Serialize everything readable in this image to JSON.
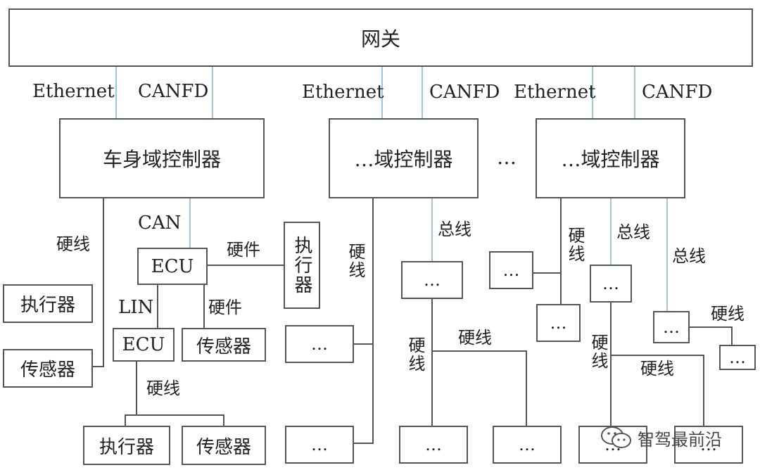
{
  "gateway": {
    "label": "网关"
  },
  "links": {
    "eth1": "Ethernet",
    "canfd1": "CANFD",
    "eth2": "Ethernet",
    "canfd2": "CANFD",
    "eth3": "Ethernet",
    "canfd3": "CANFD"
  },
  "controllers": {
    "body": "车身域控制器",
    "domain2": "…域控制器",
    "gap_ellipsis": "…",
    "domain3": "…域控制器"
  },
  "body_domain": {
    "hardwire_label": "硬线",
    "can_label": "CAN",
    "ecu1": "ECU",
    "hardware_label_1": "硬件",
    "actuator_top": "执行器",
    "lin_label": "LIN",
    "hardware_label_2": "硬件",
    "ecu2": "ECU",
    "sensor_mid": "传感器",
    "actuator_left": "执行器",
    "sensor_left": "传感器",
    "hardwire_label_2": "硬线",
    "actuator_bottom": "执行器",
    "sensor_bottom": "传感器"
  },
  "domain2": {
    "hardwire_label": "硬线",
    "bus_label": "总线",
    "node_a": "…",
    "node_b": "…",
    "node_c": "…",
    "hardwire_label_2": "硬线",
    "hardwire_label_3": "硬线",
    "node_d": "…",
    "node_e": "…"
  },
  "domain3": {
    "node_left": "…",
    "hardwire_label": "硬线",
    "node_small": "…",
    "bus_label_1": "总线",
    "node_mid": "…",
    "bus_label_2": "总线",
    "node_right": "…",
    "hardwire_label_2": "硬线",
    "node_far": "…",
    "hardwire_label_3": "硬线",
    "hardwire_label_4": "硬线",
    "node_bottom": "…",
    "node_bottom_right": "…"
  },
  "watermark": {
    "text": "智驾最前沿",
    "icon": "wechat-icon"
  }
}
